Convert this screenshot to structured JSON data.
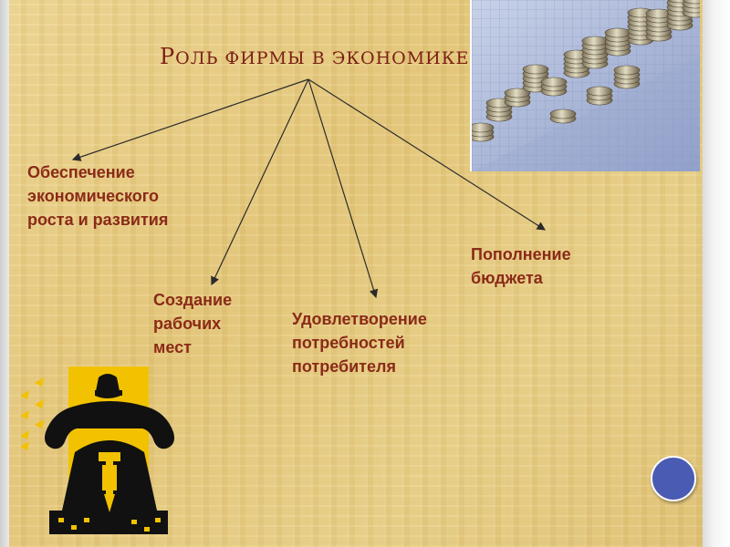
{
  "slide": {
    "title": "Роль фирмы в экономике",
    "roles": [
      "Обеспечение экономического роста и развития",
      "Создание рабочих мест",
      "Удовлетворение потребностей потребителя",
      "Пополнение бюджета"
    ]
  },
  "images": {
    "photo": "coin-stacks-on-chart-photo",
    "clipart": "jackhammer-worker-icon"
  },
  "colors": {
    "title": "#7a1f14",
    "text": "#8a2a18",
    "background": "#e9cf86",
    "nav_dot": "#4a5bb3",
    "icon_yellow": "#f2c200"
  }
}
